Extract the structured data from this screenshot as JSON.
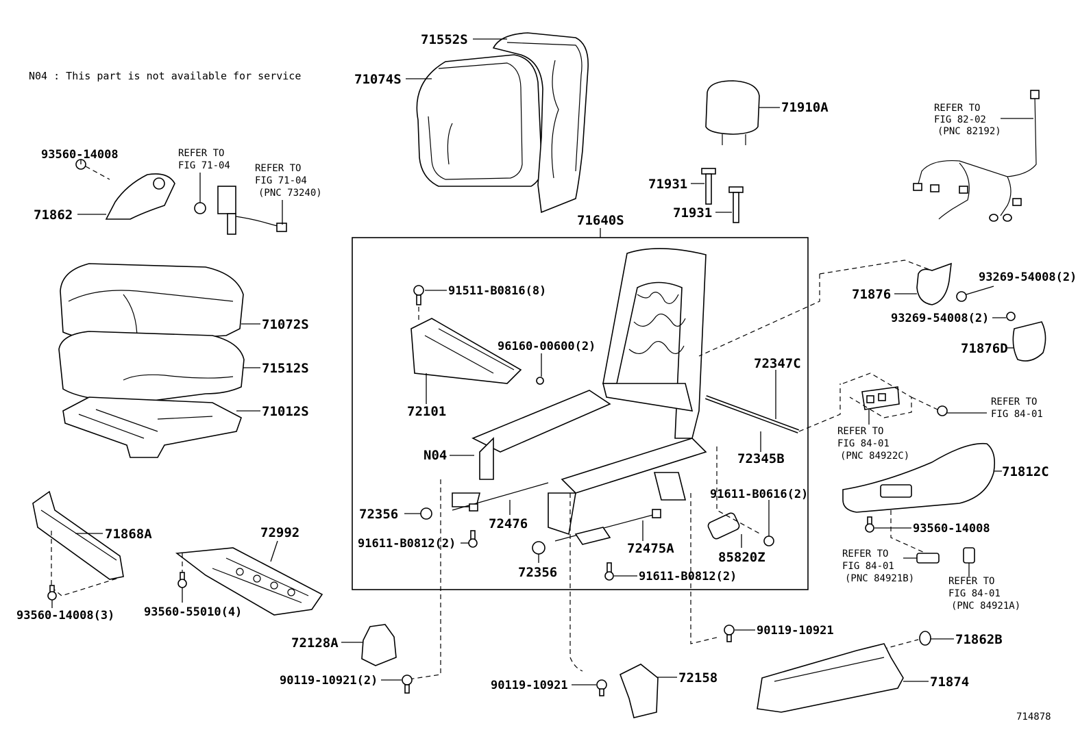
{
  "note": "N04 : This part is not available for service",
  "figure_id": "714878",
  "labels": {
    "p71552S": "71552S",
    "p71074S": "71074S",
    "p71910A": "71910A",
    "p71931a": "71931",
    "p71931b": "71931",
    "p71640S": "71640S",
    "p93560_14008_top": "93560-14008",
    "p71862": "71862",
    "p71072S": "71072S",
    "p71512S": "71512S",
    "p71012S": "71012S",
    "p91511": "91511-B0816(8)",
    "p96160": "96160-00600(2)",
    "p72101": "72101",
    "pN04": "N04",
    "p72347C": "72347C",
    "p72345B": "72345B",
    "p71876": "71876",
    "p93269a": "93269-54008(2)",
    "p93269b": "93269-54008(2)",
    "p71876D": "71876D",
    "p71812C": "71812C",
    "p93560_14008_right": "93560-14008",
    "p72356a": "72356",
    "p72476": "72476",
    "p91611_b0812a": "91611-B0812(2)",
    "p72356b": "72356",
    "p72475A": "72475A",
    "p91611_b0812b": "91611-B0812(2)",
    "p91611_b0616": "91611-B0616(2)",
    "p85820Z": "85820Z",
    "p71868A": "71868A",
    "p72992": "72992",
    "p93560_14008_3": "93560-14008(3)",
    "p93560_55010": "93560-55010(4)",
    "p72128A": "72128A",
    "p90119_2": "90119-10921(2)",
    "p90119_mid": "90119-10921",
    "p72158": "72158",
    "p90119_right": "90119-10921",
    "p71862B": "71862B",
    "p71874": "71874"
  },
  "refs": {
    "r1": [
      "REFER TO",
      "FIG 71-04"
    ],
    "r2": [
      "REFER TO",
      "FIG 71-04",
      "(PNC 73240)"
    ],
    "r3": [
      "REFER TO",
      "FIG 82-02",
      "(PNC 82192)"
    ],
    "r4": [
      "REFER TO",
      "FIG 84-01",
      "(PNC 84922C)"
    ],
    "r5": [
      "REFER TO",
      "FIG 84-01"
    ],
    "r6": [
      "REFER TO",
      "FIG 84-01",
      "(PNC 84921B)"
    ],
    "r7": [
      "REFER TO",
      "FIG 84-01",
      "(PNC 84921A)"
    ]
  }
}
